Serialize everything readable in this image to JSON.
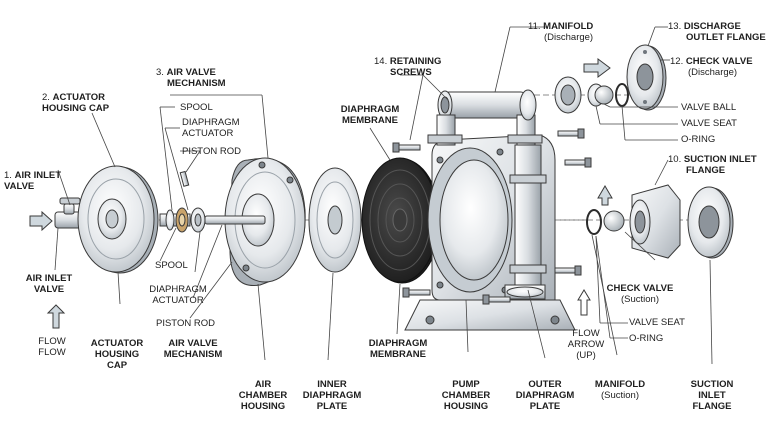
{
  "labels": {
    "air_inlet_valve_top": {
      "num": "1.",
      "line1": "AIR INLET",
      "line2": "VALVE"
    },
    "actuator_cap_top": {
      "num": "2.",
      "line1": "ACTUATOR",
      "line2": "HOUSING CAP"
    },
    "air_valve_mech_top": {
      "num": "3.",
      "line1": "AIR VALVE",
      "line2": "MECHANISM"
    },
    "spool_top": "SPOOL",
    "diaphragm_actuator_top": {
      "line1": "DIAPHRAGM",
      "line2": "ACTUATOR"
    },
    "piston_rod_top": "PISTON ROD",
    "diaphragm_membrane_top": {
      "line1": "DIAPHRAGM",
      "line2": "MEMBRANE"
    },
    "retaining_screws": {
      "num": "14.",
      "line1": "RETAINING",
      "line2": "SCREWS"
    },
    "manifold_discharge": {
      "num": "11.",
      "line1": "MANIFOLD",
      "sub": "(Discharge)"
    },
    "discharge_flange": {
      "num": "13.",
      "line1": "DISCHARGE",
      "line2": "OUTLET FLANGE"
    },
    "check_valve_discharge": {
      "num": "12.",
      "line1": "CHECK VALVE",
      "sub": "(Discharge)"
    },
    "valve_ball": "VALVE BALL",
    "valve_seat_top": "VALVE SEAT",
    "o_ring_top": "O-RING",
    "suction_inlet_flange_top": {
      "num": "10.",
      "line1": "SUCTION INLET",
      "line2": "FLANGE"
    },
    "air_inlet_valve_bottom": {
      "line1": "AIR INLET",
      "line2": "VALVE"
    },
    "flow_left": {
      "line1": "FLOW",
      "line2": "FLOW"
    },
    "spool_bottom": "SPOOL",
    "diaphragm_actuator_bottom": {
      "line1": "DIAPHRAGM",
      "line2": "ACTUATOR"
    },
    "piston_rod_bottom": "PISTON ROD",
    "actuator_cap_bottom": {
      "line1": "ACTUATOR",
      "line2": "HOUSING",
      "line3": "CAP"
    },
    "air_valve_mech_bottom": {
      "line1": "AIR VALVE",
      "line2": "MECHANISM"
    },
    "air_chamber_housing": {
      "line1": "AIR",
      "line2": "CHAMBER",
      "line3": "HOUSING"
    },
    "inner_diaphragm_plate": {
      "line1": "INNER",
      "line2": "DIAPHRAGM",
      "line3": "PLATE"
    },
    "diaphragm_membrane_bottom": {
      "line1": "DIAPHRAGM",
      "line2": "MEMBRANE"
    },
    "pump_chamber_housing": {
      "line1": "PUMP",
      "line2": "CHAMBER",
      "line3": "HOUSING"
    },
    "outer_diaphragm_plate": {
      "line1": "OUTER",
      "line2": "DIAPHRAGM",
      "line3": "PLATE"
    },
    "flow_arrow_up": {
      "line1": "FLOW",
      "line2": "ARROW",
      "line3": "(UP)"
    },
    "manifold_suction": {
      "line1": "MANIFOLD",
      "sub": "(Suction)"
    },
    "suction_inlet_flange_bottom": {
      "line1": "SUCTION",
      "line2": "INLET",
      "line3": "FLANGE"
    },
    "check_valve_suction": {
      "line1": "CHECK VALVE",
      "sub": "(Suction)"
    },
    "valve_seat_bottom": "VALVE SEAT",
    "o_ring_bottom": "O-RING"
  },
  "colors": {
    "metal_light": "#f2f4f6",
    "metal_mid": "#d4d9de",
    "metal_dark": "#8d949b",
    "outline": "#3a3a3a",
    "membrane": "#2b2b2b",
    "arrow_fill": "#cfd8de",
    "leader": "#444444"
  },
  "icons": [
    "flow-arrow-right-icon",
    "flow-arrow-up-icon"
  ]
}
